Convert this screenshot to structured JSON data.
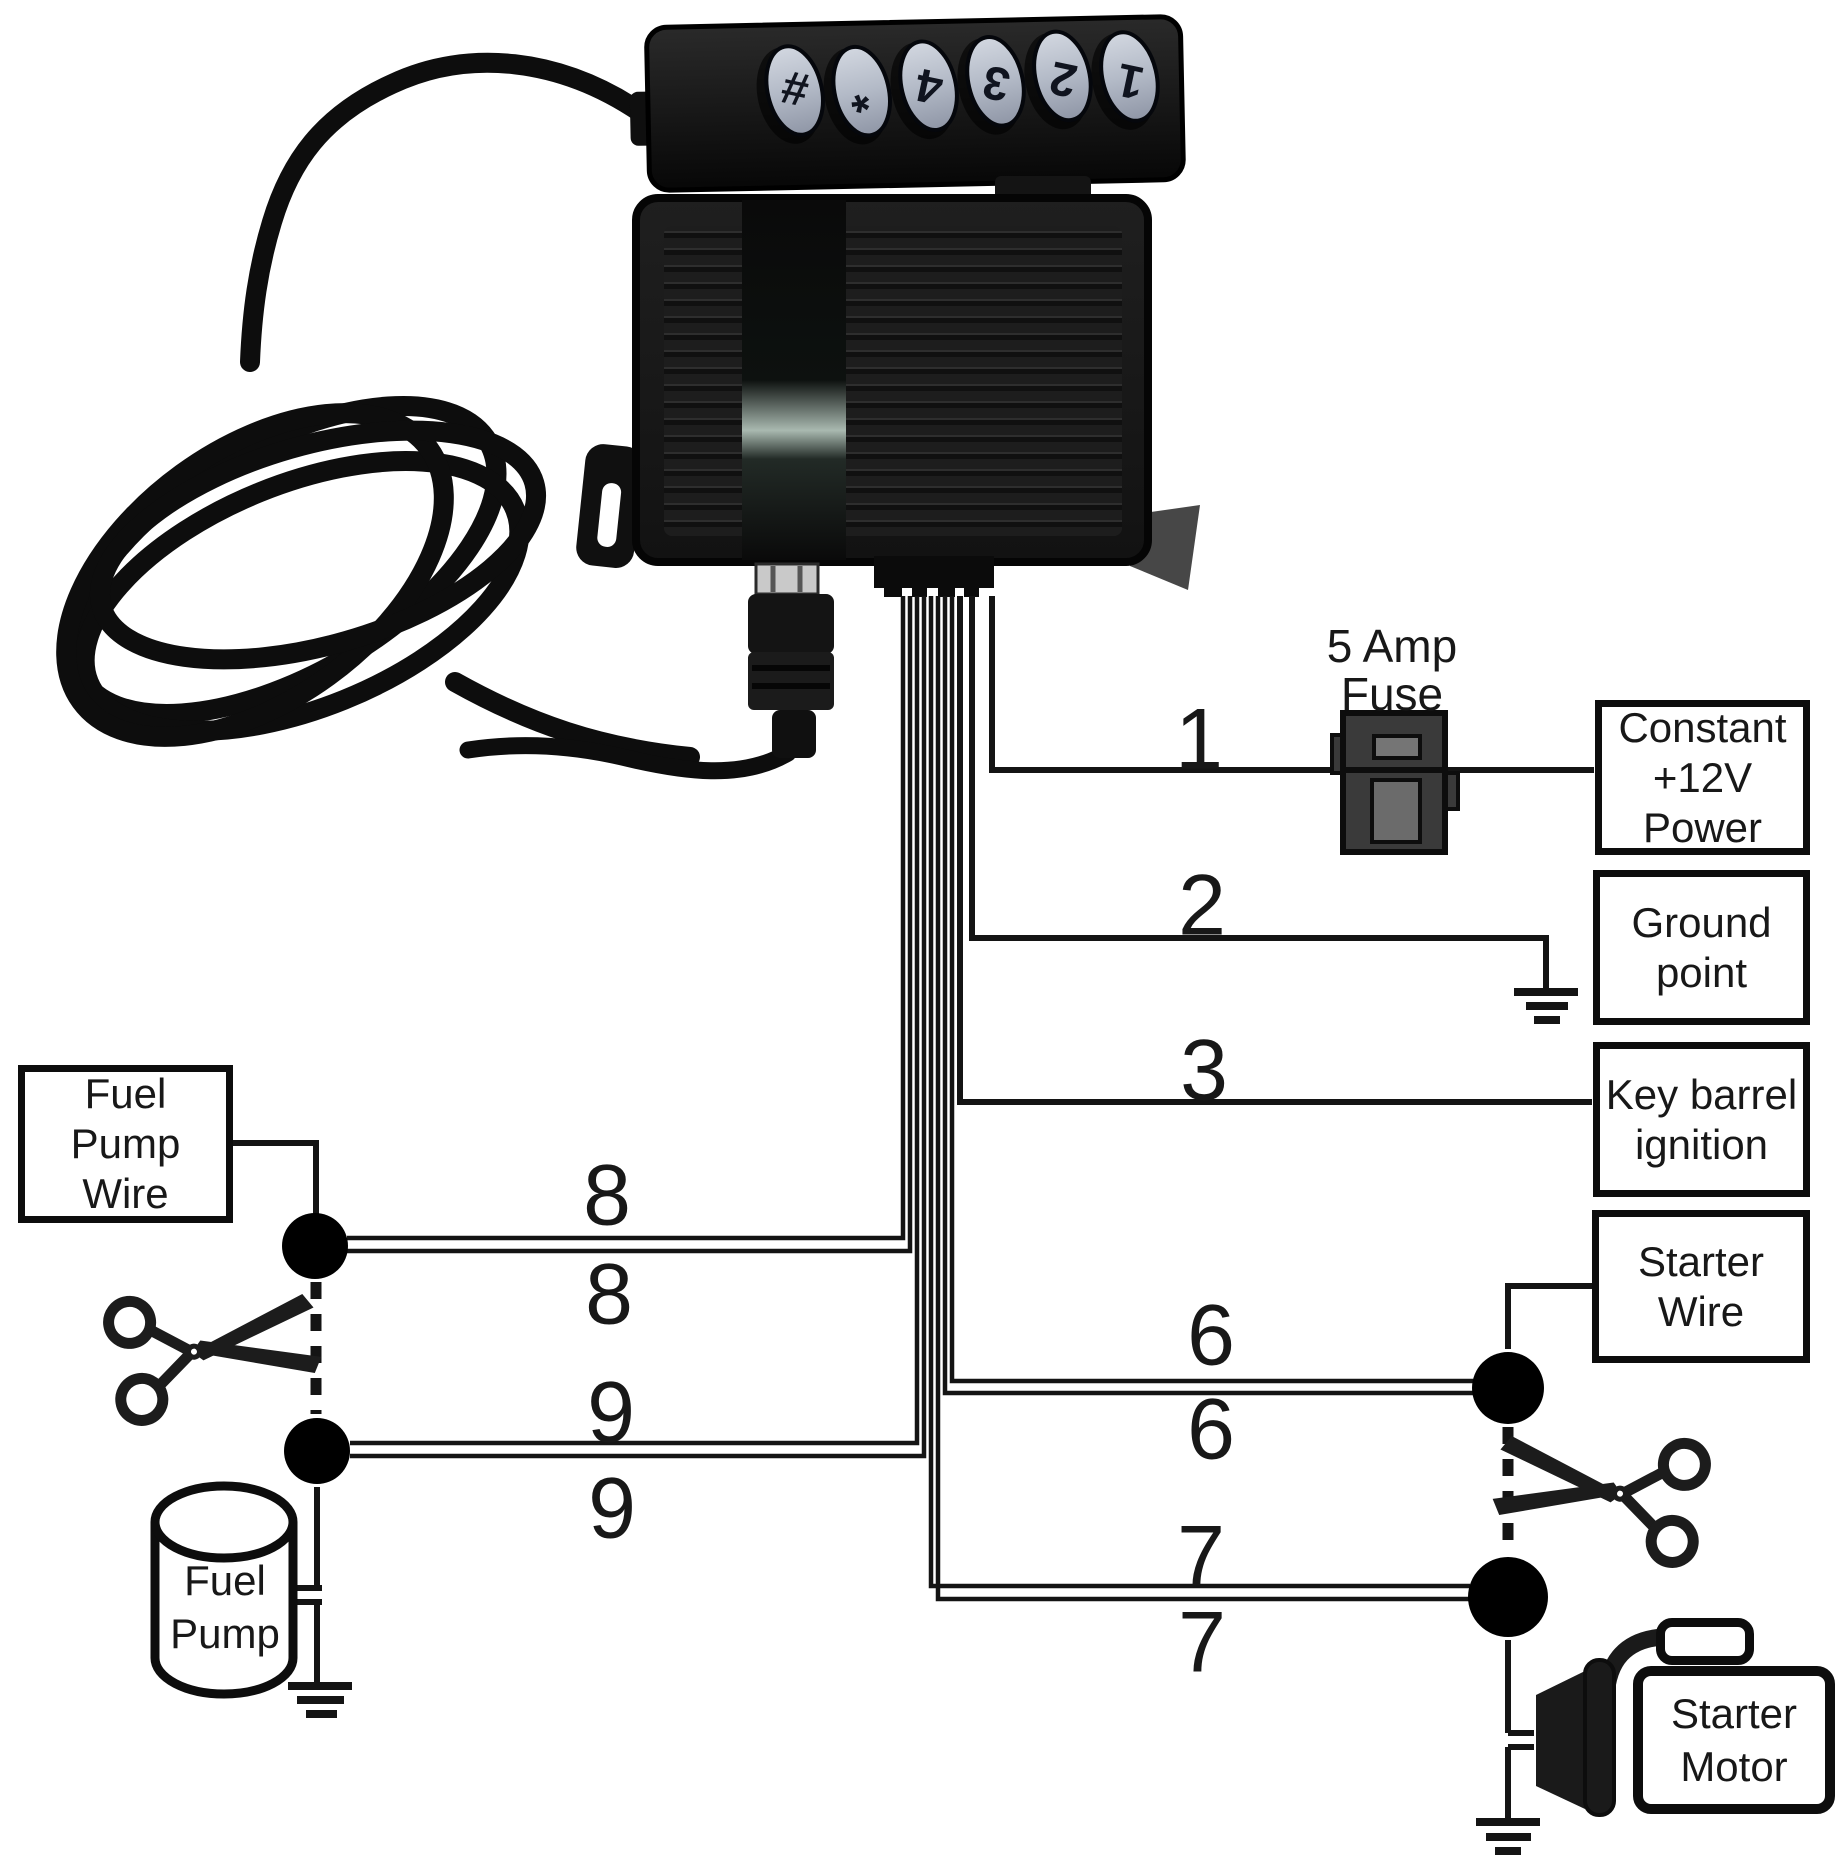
{
  "keypad": {
    "keys": [
      {
        "label": "#"
      },
      {
        "label": "*"
      },
      {
        "label": "4"
      },
      {
        "label": "3"
      },
      {
        "label": "2"
      },
      {
        "label": "1"
      }
    ]
  },
  "fuse": {
    "label_line1": "5 Amp",
    "label_line2": "Fuse"
  },
  "wires": {
    "n1": "1",
    "n2": "2",
    "n3": "3",
    "n6": "6",
    "n7": "7",
    "n8": "8",
    "n9": "9"
  },
  "boxes": {
    "constant_power": {
      "lines": [
        "Constant",
        "+12V",
        "Power"
      ]
    },
    "ground_point": {
      "lines": [
        "Ground",
        "point"
      ]
    },
    "key_barrel": {
      "lines": [
        "Key barrel",
        "ignition"
      ]
    },
    "starter_wire": {
      "lines": [
        "Starter",
        "Wire"
      ]
    },
    "fuel_pump_wire": {
      "lines": [
        "Fuel Pump",
        "Wire"
      ]
    },
    "fuel_pump": {
      "lines": [
        "Fuel",
        "Pump"
      ]
    },
    "starter_motor": {
      "lines": [
        "Starter",
        "Motor"
      ]
    }
  },
  "colors": {
    "wire": "#141414",
    "fuse_body": "#3a3a3a",
    "fuse_inner": "#6f6f6f",
    "key_face": "#bcc2ce",
    "device_body": "#181818"
  }
}
